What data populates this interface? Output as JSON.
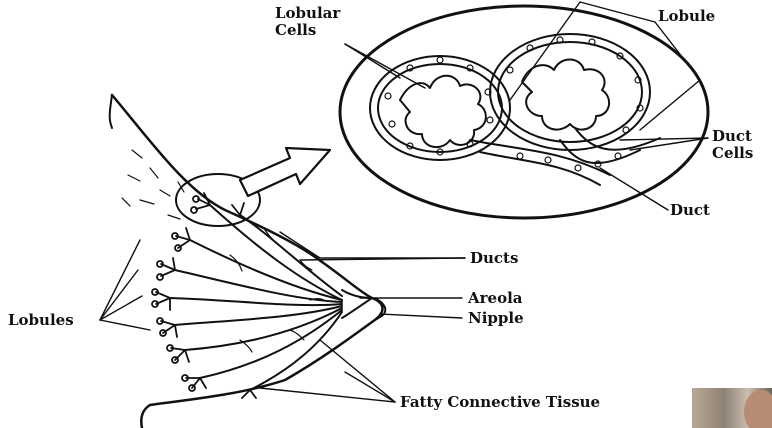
{
  "labels": {
    "lobular_cells_line1": "Lobular",
    "lobular_cells_line2": "Cells",
    "lobule": "Lobule",
    "duct_cells_line1": "Duct",
    "duct_cells_line2": "Cells",
    "duct": "Duct",
    "ducts": "Ducts",
    "areola": "Areola",
    "nipple": "Nipple",
    "lobules": "Lobules",
    "fatty_connective_tissue": "Fatty Connective Tissue"
  },
  "colors": {
    "ink": "#111111",
    "background": "#ffffff"
  },
  "inset_thumbnail": "video-presenter-thumbnail"
}
